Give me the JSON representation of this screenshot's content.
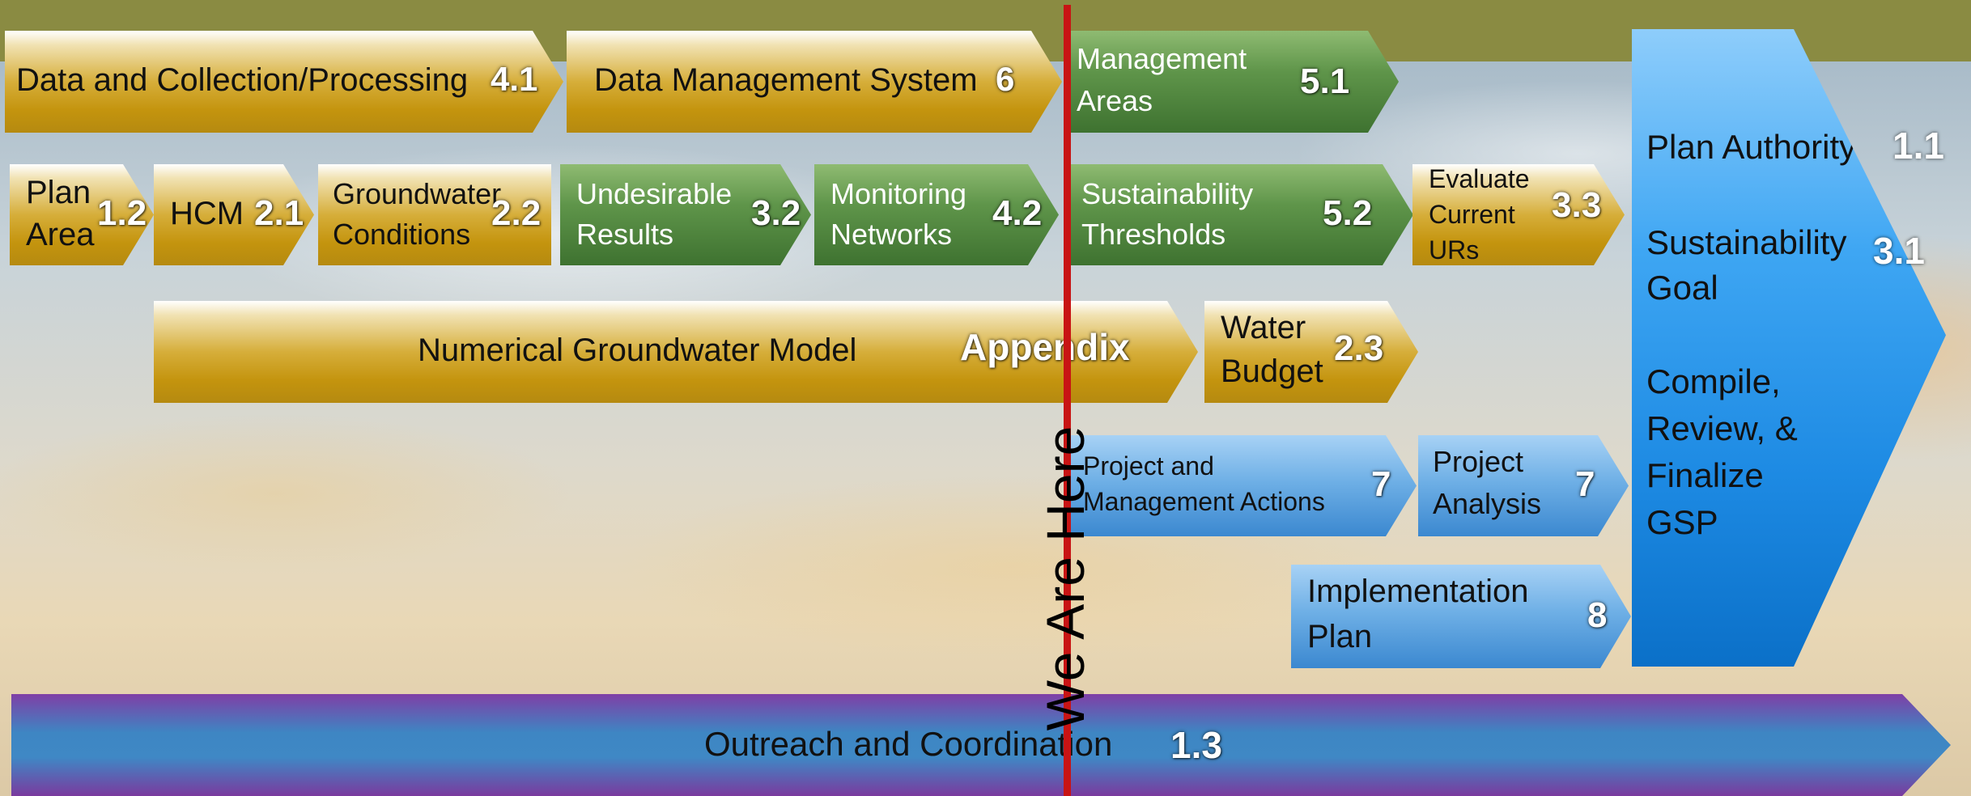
{
  "colors": {
    "gold": "#c4940e",
    "green": "#3e7230",
    "blue": "#3b88d0",
    "big_blue": "#1d8ae3",
    "purple": "#7a3a9e",
    "olive_bar": "#8a8b42",
    "red_line": "#c81414"
  },
  "steps": {
    "data_collection": {
      "label": "Data and Collection/Processing",
      "section": "4.1"
    },
    "data_management": {
      "label": "Data Management System",
      "section": "6"
    },
    "management_areas": {
      "label_1": "Management",
      "label_2": "Areas",
      "section": "5.1"
    },
    "plan_area": {
      "label_1": "Plan",
      "label_2": "Area",
      "section": "1.2"
    },
    "hcm": {
      "label": "HCM",
      "section": "2.1"
    },
    "groundwater_conditions": {
      "label_1": "Groundwater",
      "label_2": "Conditions",
      "section": "2.2"
    },
    "undesirable_results": {
      "label_1": "Undesirable",
      "label_2": "Results",
      "section": "3.2"
    },
    "monitoring_networks": {
      "label_1": "Monitoring",
      "label_2": "Networks",
      "section": "4.2"
    },
    "sustainability_thresholds": {
      "label_1": "Sustainability",
      "label_2": "Thresholds",
      "section": "5.2"
    },
    "evaluate_current_urs": {
      "label_1": "Evaluate",
      "label_2": "Current",
      "label_3": "URs",
      "section": "3.3"
    },
    "numerical_model": {
      "label": "Numerical Groundwater Model",
      "section": "Appendix"
    },
    "water_budget": {
      "label_1": "Water",
      "label_2": "Budget",
      "section": "2.3"
    },
    "project_actions": {
      "label_1": "Project and",
      "label_2": "Management Actions",
      "section": "7"
    },
    "project_analysis": {
      "label_1": "Project",
      "label_2": "Analysis",
      "section": "7"
    },
    "implementation_plan": {
      "label_1": "Implementation",
      "label_2": "Plan",
      "section": "8"
    },
    "outreach": {
      "label": "Outreach and Coordination",
      "section": "1.3"
    }
  },
  "final_gsp": {
    "plan_authority": "Plan Authority",
    "plan_authority_section": "1.1",
    "sustainability_goal_1": "Sustainability",
    "sustainability_goal_2": "Goal",
    "sustainability_goal_section": "3.1",
    "compile_1": "Compile,",
    "compile_2": "Review, &",
    "compile_3": "Finalize",
    "compile_4": "GSP"
  },
  "marker": {
    "label": "We Are Here"
  }
}
